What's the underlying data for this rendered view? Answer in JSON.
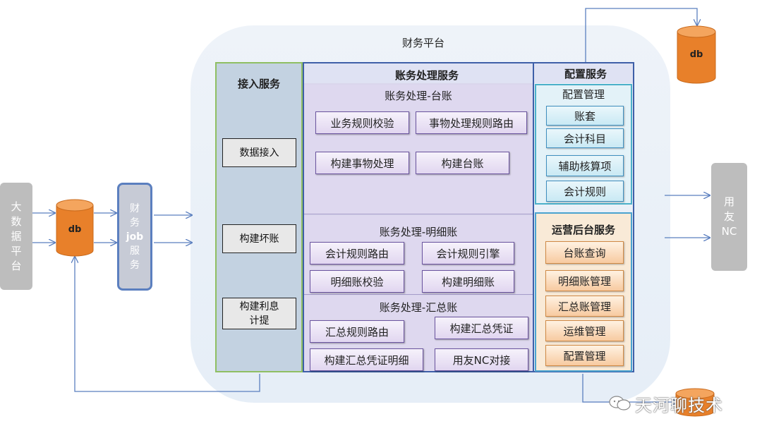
{
  "platform_title": "财务平台",
  "big_data": "大\n数\n据\n平\n台",
  "db_label": "db",
  "job": {
    "line1": "财",
    "line2": "务",
    "line3": "job",
    "line4": "服",
    "line5": "务"
  },
  "access": {
    "title": "接入服务",
    "items": [
      "数据接入",
      "构建坏账",
      "构建利息\n计提"
    ]
  },
  "accounting": {
    "title": "账务处理服务",
    "ledger": {
      "title": "账务处理-台账",
      "items": [
        "业务规则校验",
        "事物处理规则路由",
        "构建事物处理",
        "构建台账"
      ]
    },
    "detail": {
      "title": "账务处理-明细账",
      "items": [
        "会计规则路由",
        "会计规则引擎",
        "明细账校验",
        "构建明细账"
      ]
    },
    "summary": {
      "title": "账务处理-汇总账",
      "items": [
        "汇总规则路由",
        "构建汇总凭证",
        "构建汇总凭证明细",
        "用友NC对接"
      ]
    }
  },
  "config": {
    "title": "配置服务",
    "panel_title": "配置管理",
    "items": [
      "账套",
      "会计科目",
      "辅助核算项",
      "会计规则"
    ]
  },
  "ops": {
    "title": "运营后台服务",
    "items": [
      "台账查询",
      "明细账管理",
      "汇总账管理",
      "运维管理",
      "配置管理"
    ]
  },
  "yonyou": {
    "line1": "用",
    "line2": "友",
    "line3": "NC"
  },
  "watermark": "天河聊技术",
  "colors": {
    "db_orange": "#e8802a",
    "frame_blue": "#3e5fa8",
    "access_green": "#8fbf63",
    "arrow_blue": "#5b7fbf"
  }
}
